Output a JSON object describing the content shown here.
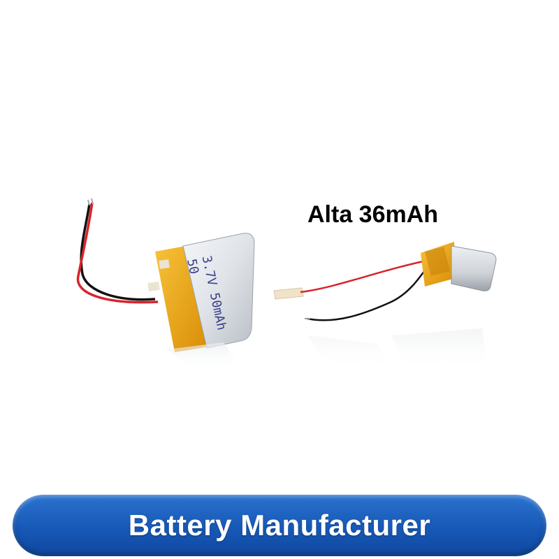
{
  "battery_left": {
    "label_line_1": "50",
    "label_line_2": "3.7V 50mAh"
  },
  "battery_right": {
    "caption": "Alta 36mAh"
  },
  "banner": {
    "text": "Battery Manufacturer",
    "color": "#1758b6"
  },
  "colors": {
    "background": "#ffffff",
    "wire_red": "#d9232a",
    "wire_black": "#111111",
    "kapton_tape": "#e8a20c",
    "cell_silver": "#cfd3d8"
  }
}
